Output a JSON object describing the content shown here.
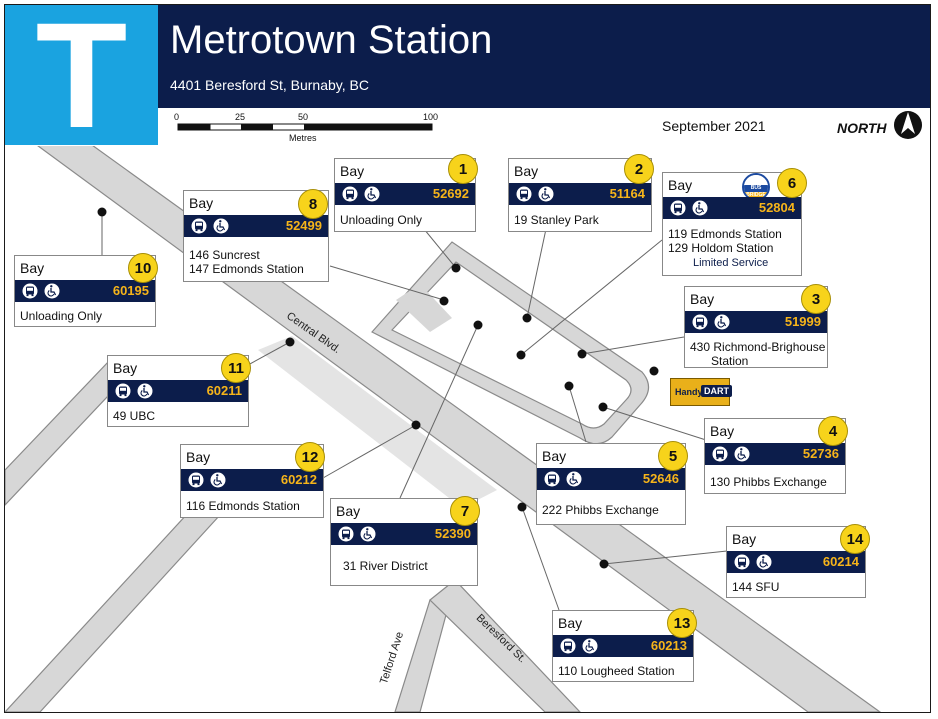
{
  "header": {
    "logo_letter": "T",
    "title": "Metrotown Station",
    "address": "4401 Beresford St, Burnaby, BC",
    "date": "September 2021",
    "north": "NORTH"
  },
  "scale": {
    "ticks": [
      "0",
      "25",
      "50",
      "100"
    ],
    "unit": "Metres"
  },
  "streets": [
    "Central Blvd.",
    "Beresford St.",
    "Telford Ave"
  ],
  "bay_word": "Bay",
  "bays": [
    {
      "number": "1",
      "stop": "52692",
      "routes": [
        "Unloading Only"
      ]
    },
    {
      "number": "2",
      "stop": "51164",
      "routes": [
        "19 Stanley Park"
      ]
    },
    {
      "number": "3",
      "stop": "51999",
      "routes": [
        "430 Richmond-Brighouse",
        "Station"
      ]
    },
    {
      "number": "4",
      "stop": "52736",
      "routes": [
        "130 Phibbs Exchange"
      ]
    },
    {
      "number": "5",
      "stop": "52646",
      "routes": [
        "222 Phibbs Exchange"
      ]
    },
    {
      "number": "6",
      "stop": "52804",
      "routes": [
        "119 Edmonds Station",
        "129 Holdom Station"
      ],
      "note": "Limited Service",
      "badge": "BUS BRIDGE"
    },
    {
      "number": "7",
      "stop": "52390",
      "routes": [
        "31 River District"
      ]
    },
    {
      "number": "8",
      "stop": "52499",
      "routes": [
        "146 Suncrest",
        "147 Edmonds Station"
      ]
    },
    {
      "number": "10",
      "stop": "60195",
      "routes": [
        "Unloading Only"
      ]
    },
    {
      "number": "11",
      "stop": "60211",
      "routes": [
        "49 UBC"
      ]
    },
    {
      "number": "12",
      "stop": "60212",
      "routes": [
        "116 Edmonds Station"
      ]
    },
    {
      "number": "13",
      "stop": "60213",
      "routes": [
        "110 Lougheed Station"
      ]
    },
    {
      "number": "14",
      "stop": "60214",
      "routes": [
        "144 SFU"
      ]
    }
  ],
  "handydart": {
    "prefix": "Handy",
    "brand": "DART"
  },
  "colors": {
    "navy": "#0c1d4b",
    "transit_blue": "#1aa3e0",
    "bay_yellow": "#f7d31b",
    "stop_orange": "#f6b41a",
    "road_gray": "#d7d7d7"
  },
  "icons": [
    "bus-icon",
    "wheelchair-icon",
    "north-arrow-icon"
  ]
}
